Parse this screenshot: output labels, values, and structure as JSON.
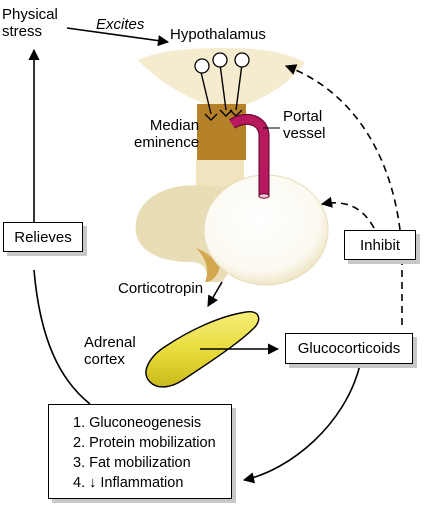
{
  "labels": {
    "physical_stress_line1": "Physical",
    "physical_stress_line2": "stress",
    "excites": "Excites",
    "hypothalamus": "Hypothalamus",
    "median_eminence_line1": "Median",
    "median_eminence_line2": "eminence",
    "portal_vessel_line1": "Portal",
    "portal_vessel_line2": "vessel",
    "corticotropin": "Corticotropin",
    "adrenal_cortex_line1": "Adrenal",
    "adrenal_cortex_line2": "cortex"
  },
  "boxes": {
    "relieves": "Relieves",
    "inhibit": "Inhibit",
    "glucocorticoids": "Glucocorticoids"
  },
  "effects": [
    "1. Gluconeogenesis",
    "2. Protein mobilization",
    "3. Fat mobilization",
    "4. ↓ Inflammation"
  ],
  "colors": {
    "tissue": "#f5ecd0",
    "pituitary_posterior": "#fbfaf5",
    "median_eminence": "#b5822a",
    "portal_vessel": "#b8185e",
    "adrenal": "#e8dc3c",
    "box_shadow": "#c8c8c8"
  }
}
